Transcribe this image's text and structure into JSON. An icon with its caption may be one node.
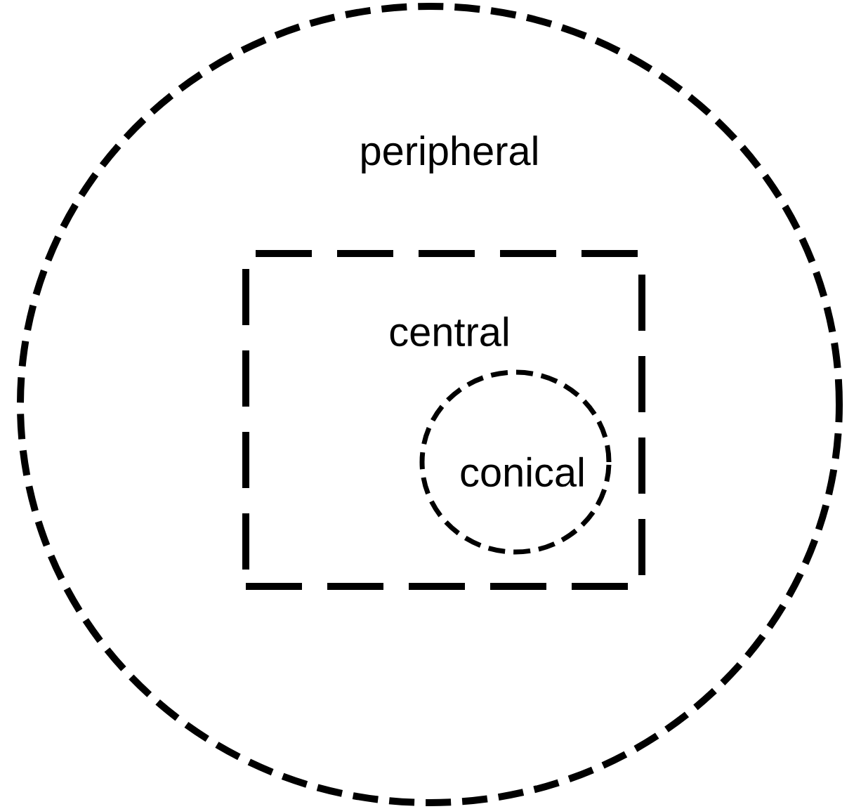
{
  "diagram": {
    "nodes": [
      {
        "text": [
          "peripheral"
        ]
      },
      {
        "text": [
          "central"
        ],
        "in": 0
      },
      {
        "text": [
          "conical"
        ],
        "in": 1
      }
    ]
  }
}
